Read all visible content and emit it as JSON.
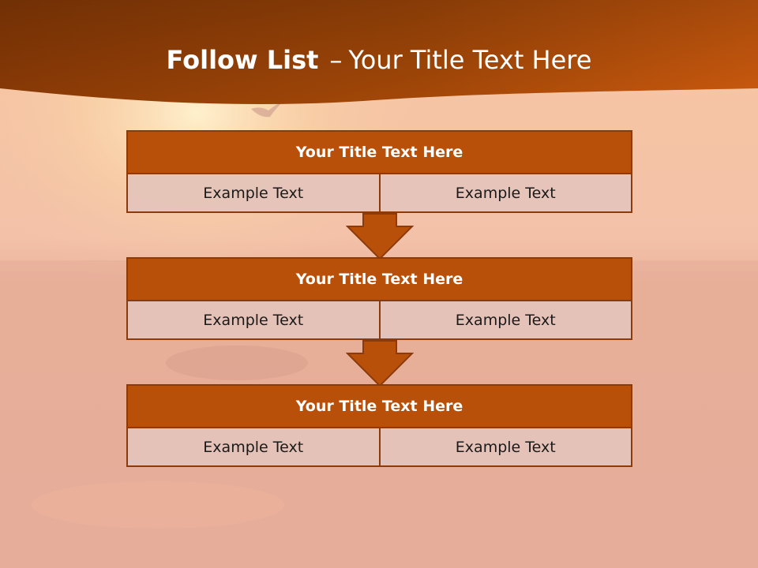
{
  "slide": {
    "title_bold": "Follow List",
    "title_separator": "–",
    "title_rest": "Your Title Text Here"
  },
  "steps": [
    {
      "title": "Your Title Text Here",
      "left": "Example Text",
      "right": "Example Text"
    },
    {
      "title": "Your Title Text Here",
      "left": "Example Text",
      "right": "Example Text"
    },
    {
      "title": "Your Title Text Here",
      "left": "Example Text",
      "right": "Example Text"
    }
  ],
  "colors": {
    "accent": "#b9500a",
    "border": "#8a3a0b",
    "cell_fill": "#e4c4ba",
    "header_band": "#9e4207"
  }
}
